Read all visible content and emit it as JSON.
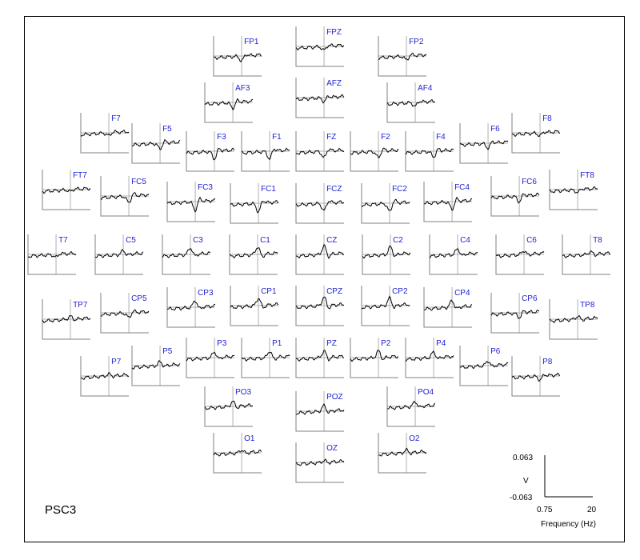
{
  "chart_data": {
    "type": "line",
    "title": "PSC3",
    "xlabel": "Frequency (Hz)",
    "ylabel": "V",
    "xlim": [
      0.75,
      20
    ],
    "ylim": [
      -0.063,
      0.063
    ],
    "xlim_labels": [
      "0.75",
      "20"
    ],
    "ylim_labels": [
      "0.063",
      "-0.063"
    ],
    "line_color": "#000000",
    "label_color": "#1f1fd0",
    "baseline_color": "#b0b0b0",
    "axis_color": "#808080",
    "marker_x": 12,
    "channels": [
      {
        "name": "FP1",
        "polarity": -0.5
      },
      {
        "name": "FPZ",
        "polarity": -0.4
      },
      {
        "name": "FP2",
        "polarity": -0.4
      },
      {
        "name": "AF3",
        "polarity": -0.6
      },
      {
        "name": "AFZ",
        "polarity": -0.4
      },
      {
        "name": "AF4",
        "polarity": -0.4
      },
      {
        "name": "F7",
        "polarity": -0.3
      },
      {
        "name": "F5",
        "polarity": -0.6
      },
      {
        "name": "F3",
        "polarity": -0.8
      },
      {
        "name": "F1",
        "polarity": -0.8
      },
      {
        "name": "FZ",
        "polarity": -0.7
      },
      {
        "name": "F2",
        "polarity": -0.7
      },
      {
        "name": "F4",
        "polarity": -0.6
      },
      {
        "name": "F6",
        "polarity": -0.5
      },
      {
        "name": "F8",
        "polarity": -0.3
      },
      {
        "name": "FT7",
        "polarity": -0.2
      },
      {
        "name": "FC5",
        "polarity": -0.7
      },
      {
        "name": "FC3",
        "polarity": -0.9
      },
      {
        "name": "FC1",
        "polarity": -0.9
      },
      {
        "name": "FCZ",
        "polarity": -0.8
      },
      {
        "name": "FC2",
        "polarity": -0.9
      },
      {
        "name": "FC4",
        "polarity": -0.8
      },
      {
        "name": "FC6",
        "polarity": -0.6
      },
      {
        "name": "FT8",
        "polarity": -0.3
      },
      {
        "name": "T7",
        "polarity": -0.3
      },
      {
        "name": "C5",
        "polarity": 0.4
      },
      {
        "name": "C3",
        "polarity": 0.7
      },
      {
        "name": "C1",
        "polarity": 0.8
      },
      {
        "name": "CZ",
        "polarity": 0.9
      },
      {
        "name": "C2",
        "polarity": 0.8
      },
      {
        "name": "C4",
        "polarity": 0.6
      },
      {
        "name": "C6",
        "polarity": 0.4
      },
      {
        "name": "T8",
        "polarity": 0.3
      },
      {
        "name": "TP7",
        "polarity": 0.3
      },
      {
        "name": "CP5",
        "polarity": -0.5
      },
      {
        "name": "CP3",
        "polarity": 0.7
      },
      {
        "name": "CP1",
        "polarity": 0.8
      },
      {
        "name": "CPZ",
        "polarity": 0.9
      },
      {
        "name": "CP2",
        "polarity": 0.8
      },
      {
        "name": "CP4",
        "polarity": 0.7
      },
      {
        "name": "CP6",
        "polarity": -0.5
      },
      {
        "name": "TP8",
        "polarity": 0.3
      },
      {
        "name": "P7",
        "polarity": 0.2
      },
      {
        "name": "P5",
        "polarity": 0.4
      },
      {
        "name": "P3",
        "polarity": 0.6
      },
      {
        "name": "P1",
        "polarity": 0.7
      },
      {
        "name": "PZ",
        "polarity": 0.7
      },
      {
        "name": "P2",
        "polarity": 0.7
      },
      {
        "name": "P4",
        "polarity": 0.6
      },
      {
        "name": "P6",
        "polarity": 0.5
      },
      {
        "name": "P8",
        "polarity": -0.4
      },
      {
        "name": "PO3",
        "polarity": 0.5
      },
      {
        "name": "POZ",
        "polarity": 0.6
      },
      {
        "name": "PO4",
        "polarity": 0.5
      },
      {
        "name": "O1",
        "polarity": 0.3
      },
      {
        "name": "OZ",
        "polarity": 0.2
      },
      {
        "name": "O2",
        "polarity": 0.3
      }
    ]
  }
}
